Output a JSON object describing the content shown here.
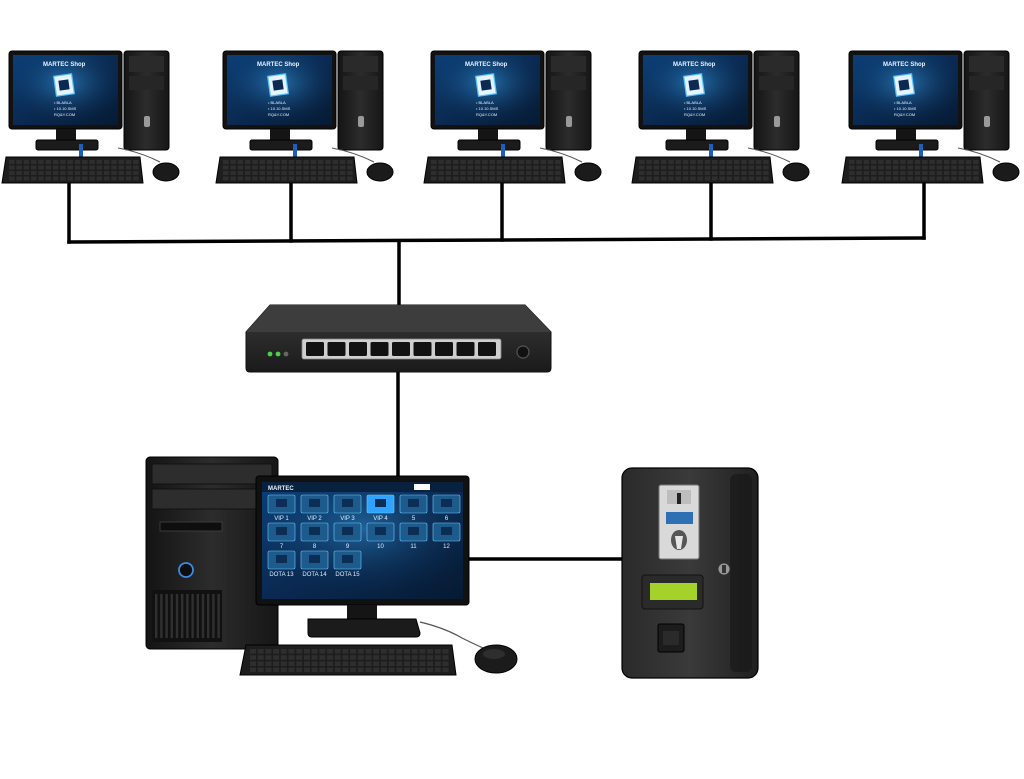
{
  "client_screen": {
    "brand": "MARTEC Shop",
    "lines": [
      "• BLABLA",
      "• 10.10.SMS",
      "RQ&Y.COM"
    ]
  },
  "server_screen": {
    "brand": "MARTEC",
    "tile_labels": [
      "VIP 1",
      "VIP 2",
      "VIP 3",
      "VIP 4",
      "5",
      "6",
      "7",
      "8",
      "9",
      "10",
      "11",
      "12",
      "DOTA 13",
      "DOTA 14",
      "DOTA 15"
    ]
  },
  "colors": {
    "cable": "#000000",
    "screen_bg": "#0a2a52",
    "screen_glow": "#1f8fe0",
    "coin_display": "#a4d12a",
    "device_body": "#1f1f1f"
  }
}
